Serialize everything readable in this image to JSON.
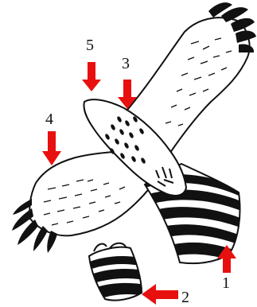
{
  "labels": {
    "one": "1",
    "two": "2",
    "three": "3",
    "four": "4",
    "five": "5"
  },
  "colors": {
    "arrow": "#e8100f",
    "ink": "#111111",
    "background": "#ffffff"
  },
  "icons": {
    "arrow": "red-arrow-icon",
    "bird": "hawk-underside-drawing"
  }
}
